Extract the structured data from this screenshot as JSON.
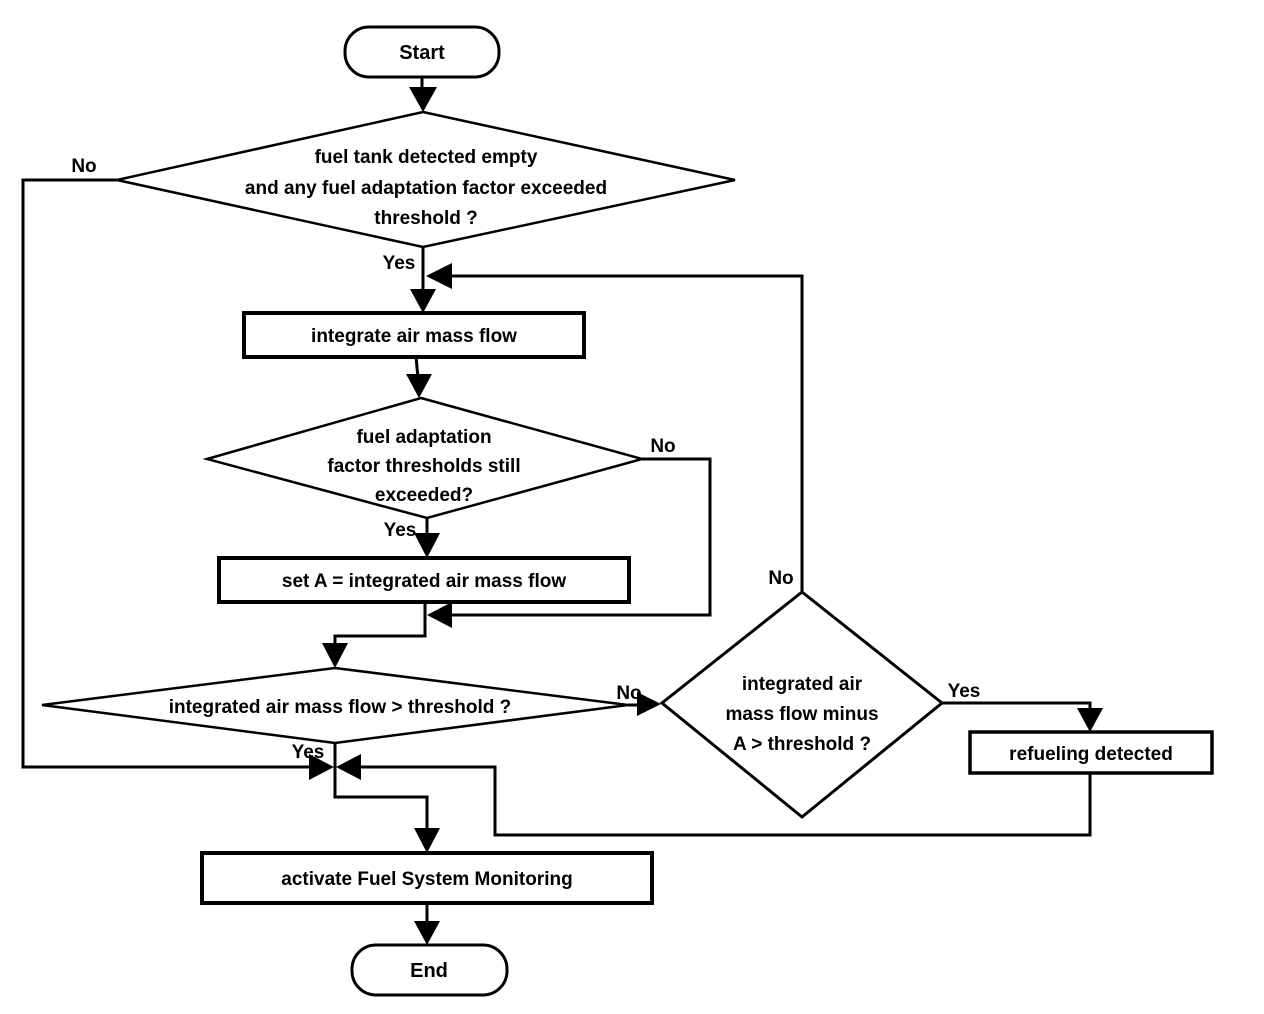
{
  "colors": {
    "line": "#000000",
    "background": "#ffffff"
  },
  "nodes": {
    "start": {
      "label": "Start"
    },
    "decision_fuel_tank": {
      "line1": "fuel tank detected empty",
      "line2": "and any fuel adaptation factor exceeded",
      "line3": "threshold ?"
    },
    "process_integrate": {
      "label": "integrate air mass flow"
    },
    "decision_factor_still": {
      "line1": "fuel adaptation",
      "line2": "factor thresholds still",
      "line3": "exceeded?"
    },
    "process_set_a": {
      "label": "set A = integrated air mass flow"
    },
    "decision_flow_threshold": {
      "label": "integrated air mass flow > threshold ?"
    },
    "decision_flow_minus_a": {
      "line1": "integrated air",
      "line2": "mass flow minus",
      "line3": "A > threshold ?"
    },
    "process_refueling": {
      "label": "refueling detected"
    },
    "process_activate": {
      "label": "activate Fuel System Monitoring"
    },
    "end": {
      "label": "End"
    }
  },
  "edge_labels": {
    "d1_no": "No",
    "d1_yes": "Yes",
    "d2_no": "No",
    "d2_yes": "Yes",
    "d3_no": "No",
    "d3_yes": "Yes",
    "d4_no": "No",
    "d4_yes": "Yes"
  }
}
